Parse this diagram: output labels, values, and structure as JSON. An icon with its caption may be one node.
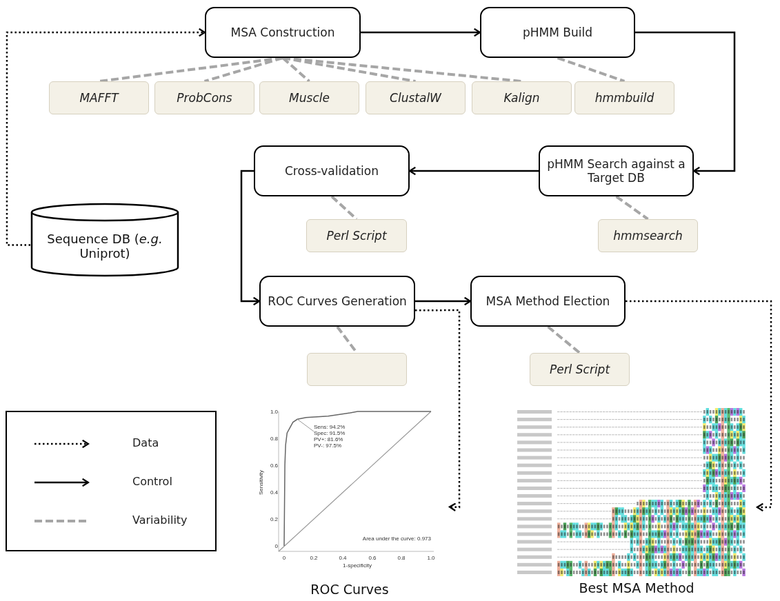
{
  "diagram": {
    "nodes": [
      {
        "text": [
          "MSA Construction"
        ]
      },
      {
        "text": [
          "pHMM Build"
        ]
      },
      {
        "text": [
          "MAFFT"
        ]
      },
      {
        "text": [
          "ProbCons"
        ]
      },
      {
        "text": [
          "Muscle"
        ]
      },
      {
        "text": [
          "ClustalW"
        ]
      },
      {
        "text": [
          "Kalign"
        ]
      },
      {
        "text": [
          "hmmbuild"
        ]
      },
      {
        "text": [
          "pHMM Search against a Target DB"
        ]
      },
      {
        "text": [
          "Cross-validation"
        ]
      },
      {
        "text": [
          "Sequence DB (*e.g.* Uniprot)"
        ]
      },
      {
        "text": [
          "Perl Script"
        ]
      },
      {
        "text": [
          "hmmsearch"
        ]
      },
      {
        "text": [
          "ROC Curves Generation"
        ]
      },
      {
        "text": [
          "MSA Method  Election"
        ]
      },
      {
        "text": [],
        "shape": "box"
      },
      {
        "text": [
          "Perl Script"
        ]
      },
      {
        "text": [],
        "shape": "picture",
        "beside": [
          "ROC Curves"
        ]
      },
      {
        "text": [],
        "shape": "picture",
        "beside": [
          "Best MSA Method"
        ]
      }
    ],
    "edges": [
      {
        "from": 10,
        "to": 0,
        "arrow": "to",
        "style": "dashed",
        "color": "#000000"
      },
      {
        "from": 0,
        "to": 1,
        "arrow": "to",
        "color": "#000000"
      },
      {
        "from": 1,
        "to": 8,
        "arrow": "to",
        "color": "#000000"
      },
      {
        "from": 8,
        "to": 9,
        "arrow": "to",
        "color": "#000000"
      },
      {
        "from": 9,
        "to": 13,
        "arrow": "to",
        "color": "#000000"
      },
      {
        "from": 13,
        "to": 14,
        "arrow": "to",
        "color": "#000000"
      },
      {
        "from": 13,
        "to": 17,
        "arrow": "to",
        "style": "dashed",
        "color": "#000000"
      },
      {
        "from": 14,
        "to": 18,
        "arrow": "to",
        "style": "dashed",
        "color": "#000000"
      },
      {
        "from": 0,
        "to": 2,
        "arrow": "none",
        "style": "dashed"
      },
      {
        "from": 0,
        "to": 3,
        "arrow": "none",
        "style": "dashed"
      },
      {
        "from": 0,
        "to": 4,
        "arrow": "none",
        "style": "dashed"
      },
      {
        "from": 0,
        "to": 5,
        "arrow": "none",
        "style": "dashed"
      },
      {
        "from": 0,
        "to": 6,
        "arrow": "none",
        "style": "dashed"
      },
      {
        "from": 1,
        "to": 7,
        "arrow": "none",
        "style": "dashed"
      },
      {
        "from": 8,
        "to": 12,
        "arrow": "none",
        "style": "dashed"
      },
      {
        "from": 9,
        "to": 11,
        "arrow": "none",
        "style": "dashed"
      },
      {
        "from": 13,
        "to": 15,
        "arrow": "none",
        "style": "dashed"
      },
      {
        "from": 14,
        "to": 16,
        "arrow": "none",
        "style": "dashed"
      }
    ],
    "labels": [
      "1.0",
      "Sens: 94.2%",
      "Spec: 91.5%",
      "PV+: 81.6%",
      "PV-: 97.5%",
      "0.8",
      "0.6",
      "Sensitivity",
      "0.4",
      "0.2",
      "0",
      "Area under the curve: 0.973",
      "0",
      "0.2",
      "0.4",
      "0.6",
      "0.8",
      "1.0",
      "1-specificity"
    ],
    "legend": [
      {
        "text": "Data"
      },
      {
        "text": "Control"
      },
      {
        "text": "Variability"
      }
    ]
  }
}
